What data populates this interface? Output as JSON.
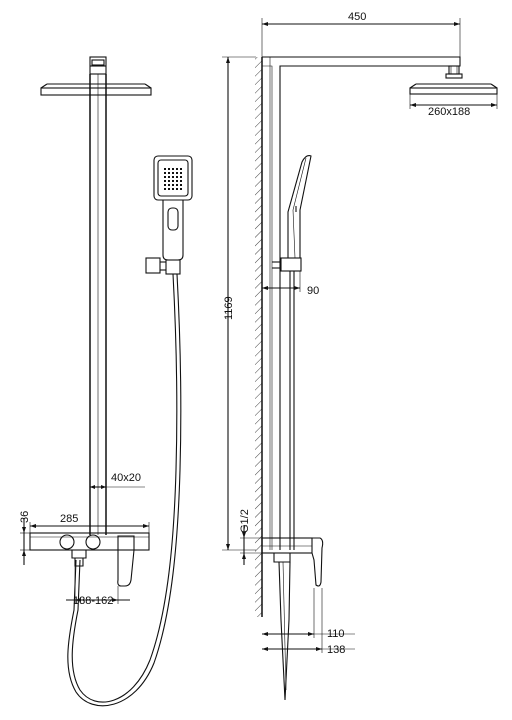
{
  "dimensions": {
    "arm_length": "450",
    "showerhead_size": "260x188",
    "total_height": "1169",
    "holder_gap": "90",
    "pipe_section": "40x20",
    "height_36": "36",
    "width_285": "285",
    "connection_range": "138-162",
    "thread": "G1/2",
    "depth_110": "110",
    "depth_138": "138"
  },
  "colors": {
    "line": "#111111",
    "background": "#ffffff"
  }
}
